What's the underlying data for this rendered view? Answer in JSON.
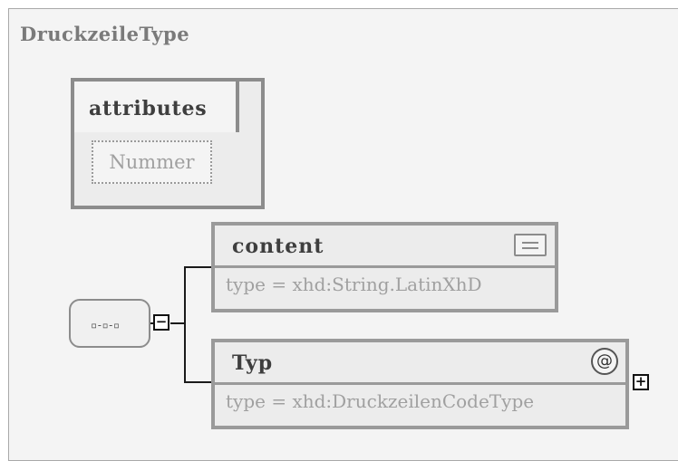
{
  "diagram": {
    "title": "DruckzeileType",
    "attributes": {
      "label": "attributes",
      "items": [
        "Nummer"
      ]
    },
    "sequence": {
      "glyph": "▫-▫-▫",
      "toggle": "−"
    },
    "elements": [
      {
        "name": "content",
        "type_text": "type = xhd:String.LatinXhD",
        "icon": "simple-content-icon"
      },
      {
        "name": "Typ",
        "type_text": "type = xhd:DruckzeilenCodeType",
        "icon": "attribute-at-icon",
        "toggle": "+"
      }
    ]
  }
}
